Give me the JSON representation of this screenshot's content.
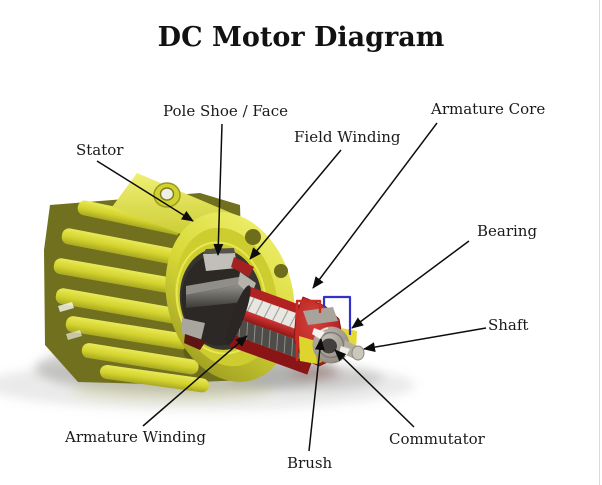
{
  "title": "DC Motor Diagram",
  "labels": {
    "stator": {
      "text": "Stator"
    },
    "pole_shoe": {
      "text": "Pole Shoe / Face"
    },
    "field_winding": {
      "text": "Field Winding"
    },
    "armature_core": {
      "text": "Armature Core"
    },
    "bearing": {
      "text": "Bearing"
    },
    "shaft": {
      "text": "Shaft"
    },
    "commutator": {
      "text": "Commutator"
    },
    "brush": {
      "text": "Brush"
    },
    "armature_winding": {
      "text": "Armature Winding"
    }
  },
  "colors": {
    "background": "#ffffff",
    "housing_yellow": "#d9d93a",
    "housing_highlight": "#ecec66",
    "housing_shadow": "#6f6f1e",
    "armature_red": "#b42222",
    "armature_dark_red": "#8a1516",
    "lamination_gray": "#4e4c48",
    "metal_gray": "#a8a49c",
    "wire_blue": "#3333cc",
    "wire_red": "#cc2b20",
    "arrow_black": "#0d0d0d",
    "label_text": "#1a1a1a"
  }
}
